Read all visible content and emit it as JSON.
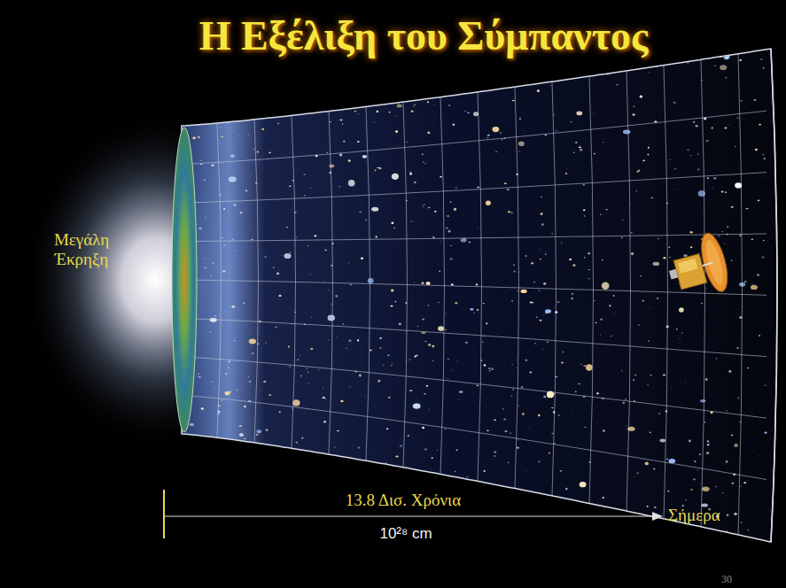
{
  "diagram": {
    "title": "Η Εξέλιξη του Σύμπαντος",
    "labels": [
      "Μεγάλη Έκρηξη",
      "13.8 Δισ. Χρόνια",
      "10²⁸ cm",
      "Σήμερα",
      "30"
    ]
  }
}
